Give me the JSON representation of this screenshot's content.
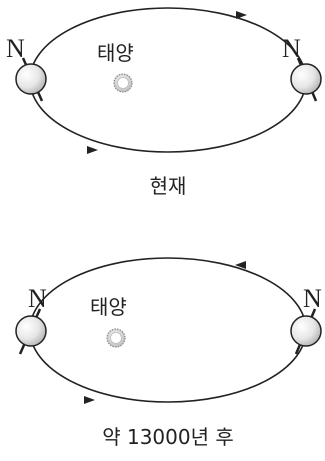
{
  "diagrams": [
    {
      "sun_label": "태양",
      "pole_label_left": "N",
      "pole_label_right": "N",
      "caption": "현재"
    },
    {
      "sun_label": "태양",
      "pole_label_left": "N",
      "pole_label_right": "N",
      "caption": "약 13000년 후"
    }
  ],
  "colors": {
    "stroke": "#222222",
    "planet_fill": "#e6e6e6",
    "planet_highlight": "#ffffff",
    "sun_fill": "#d9d9d9",
    "sun_rays": "#8a8a8a"
  }
}
